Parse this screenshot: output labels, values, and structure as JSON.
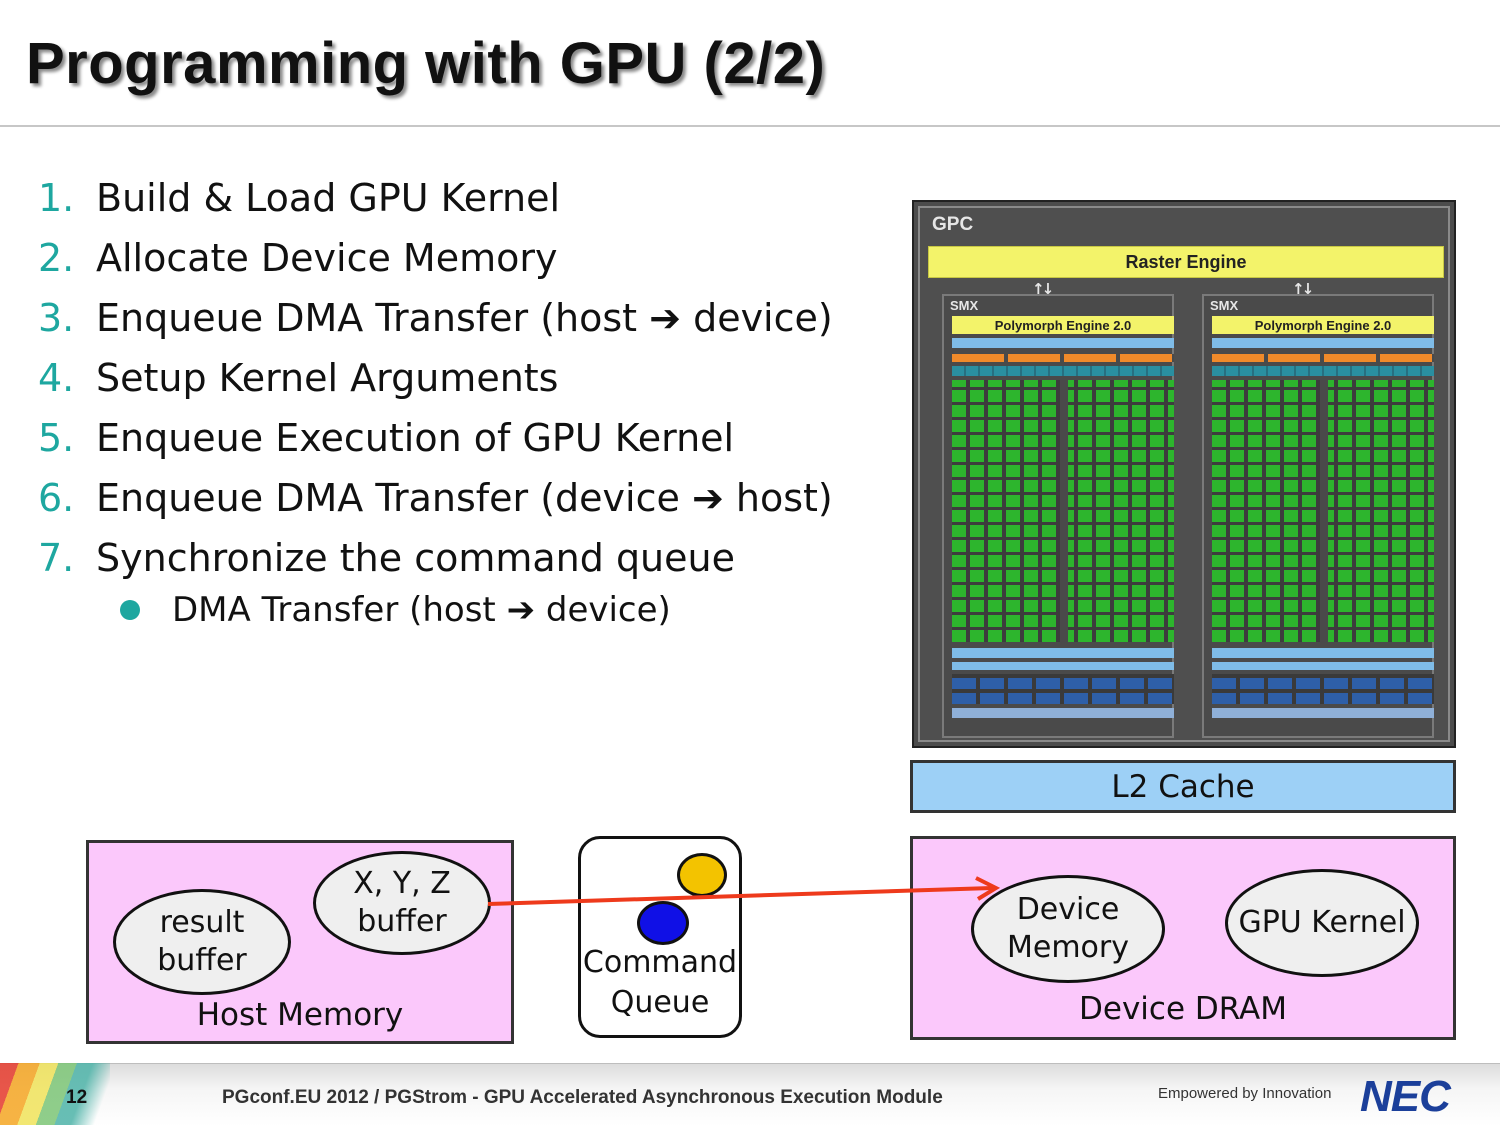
{
  "slide": {
    "title": "Programming with GPU (2/2)",
    "steps": [
      {
        "num": "1.",
        "text": "Build & Load GPU Kernel"
      },
      {
        "num": "2.",
        "text": "Allocate Device Memory"
      },
      {
        "num": "3.",
        "text": "Enqueue DMA Transfer (host ➔ device)"
      },
      {
        "num": "4.",
        "text": "Setup Kernel Arguments"
      },
      {
        "num": "5.",
        "text": "Enqueue Execution of GPU Kernel"
      },
      {
        "num": "6.",
        "text": "Enqueue DMA Transfer (device ➔ host)"
      },
      {
        "num": "7.",
        "text": "Synchronize the command queue"
      }
    ],
    "sub_bullet": "DMA Transfer (host ➔ device)"
  },
  "gpu_diagram": {
    "gpc_label": "GPC",
    "raster_engine": "Raster Engine",
    "smx": [
      {
        "label": "SMX",
        "polymorph": "Polymorph Engine 2.0"
      },
      {
        "label": "SMX",
        "polymorph": "Polymorph Engine 2.0"
      }
    ],
    "l2_cache": "L2 Cache"
  },
  "host_memory": {
    "caption": "Host Memory",
    "result_buffer": "result\nbuffer",
    "xyz_buffer": "X, Y, Z\nbuffer"
  },
  "command_queue": {
    "caption": "Command\nQueue"
  },
  "device_dram": {
    "caption": "Device DRAM",
    "device_memory": "Device\nMemory",
    "gpu_kernel": "GPU Kernel"
  },
  "footer": {
    "page_number": "12",
    "text": "PGconf.EU 2012 / PGStrom - GPU Accelerated Asynchronous Execution Module",
    "tagline": "Empowered by Innovation",
    "logo": "NEC"
  },
  "colors": {
    "accent": "#1ea7a0",
    "memory_fill": "#fbc8fb",
    "l2_fill": "#9dd0f6",
    "arrow": "#ee3a1c",
    "core_green": "#2db52d"
  }
}
